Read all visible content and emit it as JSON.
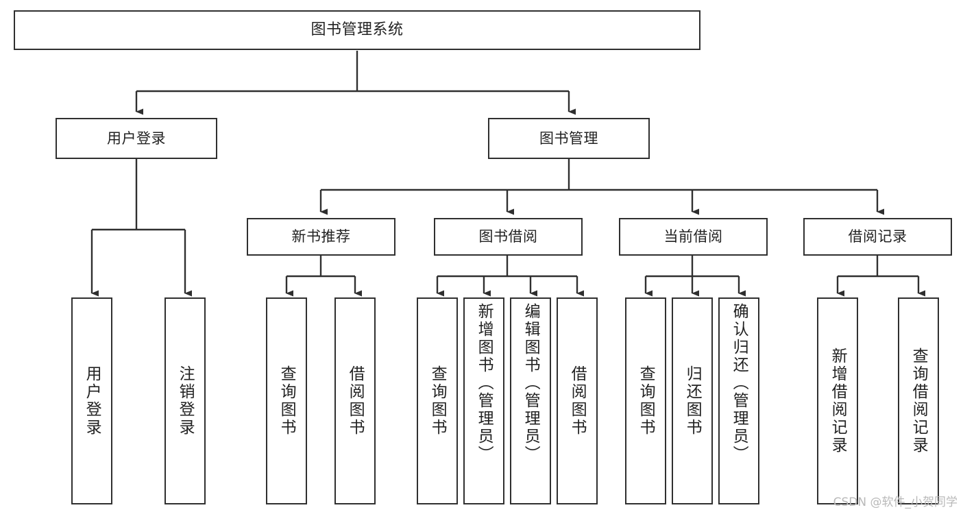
{
  "diagram": {
    "type": "tree-hierarchy",
    "title": "图书管理系统",
    "watermark": "CSDN @软件_小贺同学",
    "colors": {
      "stroke": "#2f2f2f",
      "fill": "#ffffff",
      "text": "#222222",
      "watermark": "#b9b9b9"
    },
    "nodes": {
      "root": "图书管理系统",
      "level2": {
        "user_login": "用户登录",
        "book_manage": "图书管理"
      },
      "level3": {
        "new_book_rec": "新书推荐",
        "book_borrow": "图书借阅",
        "current_borrow": "当前借阅",
        "borrow_record": "借阅记录"
      },
      "leaves": {
        "user_login_1": "用户登录",
        "user_login_2": "注销登录",
        "new_book_1": "查询图书",
        "new_book_2": "借阅图书",
        "borrow_1": "查询图书",
        "borrow_2": "新增图书（管理员）",
        "borrow_3": "编辑图书（管理员）",
        "borrow_4": "借阅图书",
        "current_1": "查询图书",
        "current_2": "归还图书",
        "current_3": "确认归还（管理员）",
        "record_1": "新增借阅记录",
        "record_2": "查询借阅记录"
      }
    }
  }
}
